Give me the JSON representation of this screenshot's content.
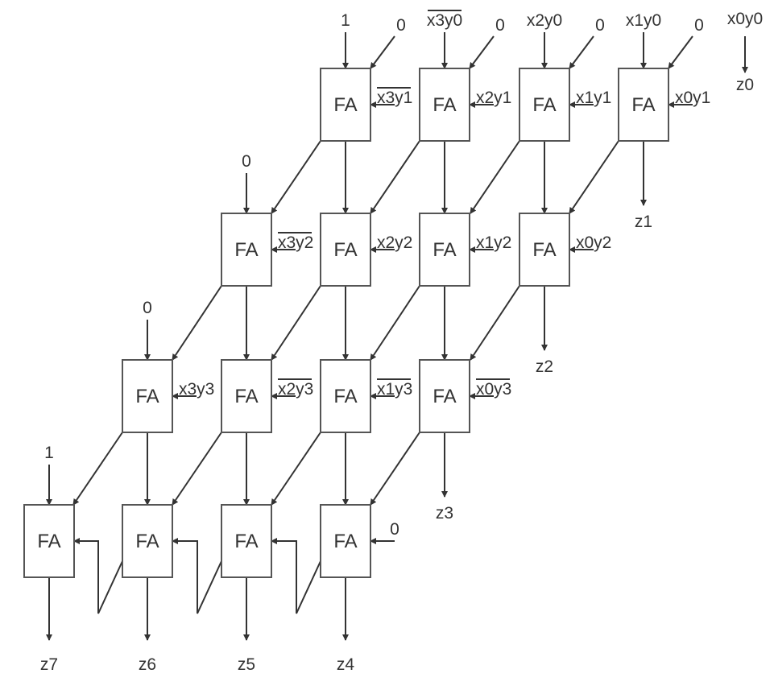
{
  "cell_label": "FA",
  "rows": [
    {
      "top_inputs": [
        "1",
        "x3y0",
        "x2y0",
        "x1y0"
      ],
      "top_complemented": [
        false,
        true,
        false,
        false
      ],
      "carry_inputs": [
        "0",
        "0",
        "0",
        "0"
      ],
      "side_inputs": [
        "x3y1",
        "x2y1",
        "x1y1",
        "x0y1"
      ],
      "side_complemented": [
        true,
        false,
        false,
        false
      ]
    },
    {
      "top_inputs": [
        "0"
      ],
      "side_inputs": [
        "x3y2",
        "x2y2",
        "x1y2",
        "x0y2"
      ],
      "side_complemented": [
        true,
        false,
        false,
        false
      ]
    },
    {
      "top_inputs": [
        "0"
      ],
      "side_inputs": [
        "x3y3",
        "x2y3",
        "x1y3",
        "x0y3"
      ],
      "side_complemented": [
        false,
        true,
        true,
        true
      ]
    },
    {
      "top_inputs": [
        "1"
      ],
      "side_inputs": [
        "0"
      ]
    }
  ],
  "bypass": {
    "input": "x0y0",
    "output": "z0"
  },
  "outputs": [
    "z0",
    "z1",
    "z2",
    "z3",
    "z4",
    "z5",
    "z6",
    "z7"
  ]
}
